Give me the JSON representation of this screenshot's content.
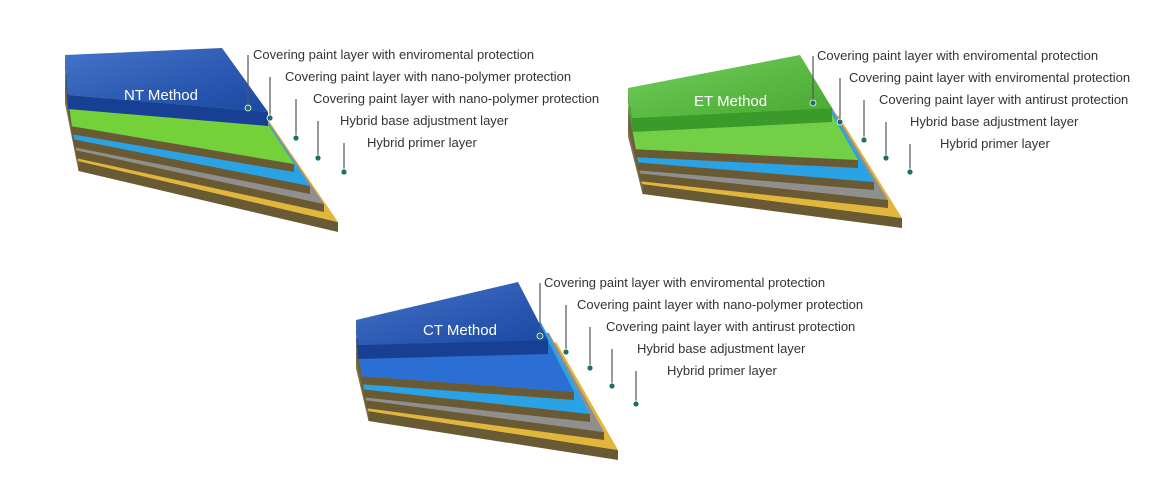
{
  "diagrams": [
    {
      "title": "NT Method",
      "colors": {
        "top": "#1f56bf",
        "topDark": "#173f93",
        "second": "#74d13a",
        "third": "#2aa3e6",
        "gray": "#8f8f8f",
        "base": "#e2b63a",
        "brown": "#6a5a33"
      },
      "labels": [
        "Covering paint layer with enviromental protection",
        "Covering paint layer with nano-polymer protection",
        "Covering paint layer with nano-polymer protection",
        "Hybrid base adjustment layer",
        "Hybrid primer layer"
      ]
    },
    {
      "title": "ET Method",
      "colors": {
        "top": "#55c73a",
        "topDark": "#3a9a2a",
        "second": "#73cf45",
        "third": "#2aa3e6",
        "gray": "#8f8f8f",
        "base": "#e2b63a",
        "brown": "#6a5a33"
      },
      "labels": [
        "Covering paint layer with enviromental protection",
        "Covering paint layer with enviromental protection",
        "Covering paint layer with antirust protection",
        "Hybrid base adjustment layer",
        "Hybrid primer layer"
      ]
    },
    {
      "title": "CT Method",
      "colors": {
        "top": "#1f56bf",
        "topDark": "#173f93",
        "second": "#2b6fd4",
        "third": "#2aa3e6",
        "gray": "#8f8f8f",
        "base": "#e2b63a",
        "brown": "#6a5a33"
      },
      "labels": [
        "Covering paint layer with enviromental protection",
        "Covering paint layer with nano-polymer protection",
        "Covering paint layer with antirust protection",
        "Hybrid base adjustment layer",
        "Hybrid primer layer"
      ]
    }
  ]
}
